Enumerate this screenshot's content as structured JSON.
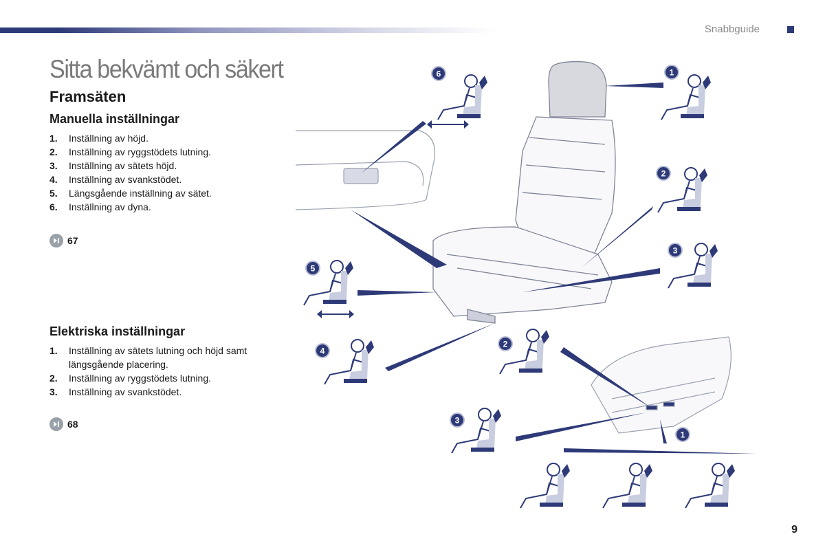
{
  "header": {
    "section": "Snabbguide"
  },
  "title": "Sitta bekvämt och säkert",
  "subtitle": "Framsäten",
  "manual": {
    "heading": "Manuella inställningar",
    "steps": [
      {
        "num": "1.",
        "text": "Inställning av höjd."
      },
      {
        "num": "2.",
        "text": "Inställning av ryggstödets lutning."
      },
      {
        "num": "3.",
        "text": "Inställning av sätets höjd."
      },
      {
        "num": "4.",
        "text": "Inställning av svankstödet."
      },
      {
        "num": "5.",
        "text": "Längsgående inställning av sätet."
      },
      {
        "num": "6.",
        "text": "Inställning av dyna."
      }
    ],
    "ref": "67"
  },
  "electric": {
    "heading": "Elektriska inställningar",
    "steps": [
      {
        "num": "1.",
        "text": "Inställning av sätets lutning och höjd samt längsgående placering."
      },
      {
        "num": "2.",
        "text": "Inställning av ryggstödets lutning."
      },
      {
        "num": "3.",
        "text": "Inställning av svankstödet."
      }
    ],
    "ref": "68"
  },
  "illustration": {
    "badges_manual": [
      "1",
      "2",
      "3",
      "4",
      "5",
      "6"
    ],
    "badges_electric": [
      "1",
      "2",
      "3"
    ]
  },
  "page_number": "9",
  "colors": {
    "accent": "#2e3a78",
    "badge": "#2e3a78",
    "muted_text": "#8a8a8a"
  }
}
